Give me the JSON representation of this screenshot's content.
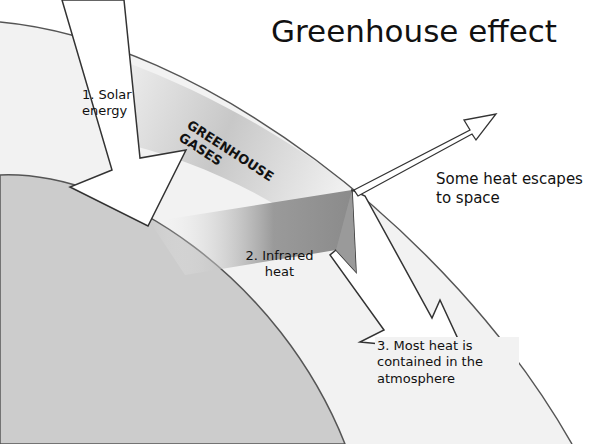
{
  "diagram": {
    "title": "Greenhouse effect",
    "labels": [
      "1. Solar energy",
      "GREENHOUSE GASES",
      "2. Infrared heat",
      "Some heat escapes to space",
      "3. Most heat is contained in the atmosphere"
    ]
  }
}
